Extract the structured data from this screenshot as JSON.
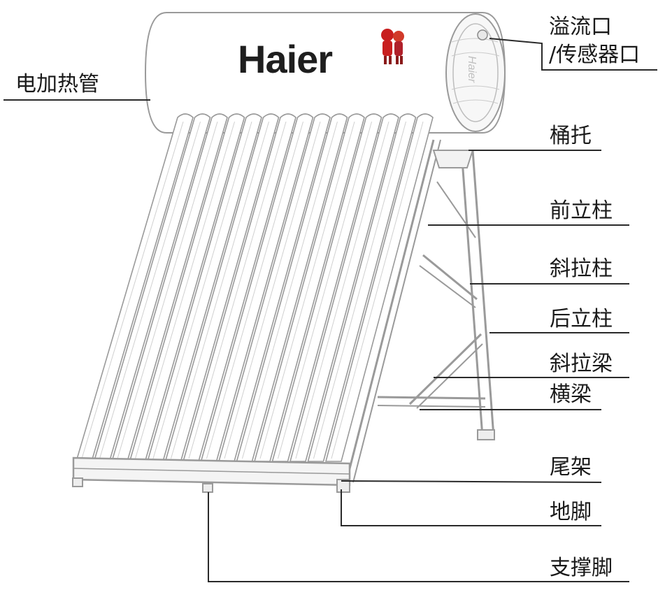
{
  "brand": {
    "logo_text": "Haier",
    "endcap_text": "Haier",
    "mascot_icon": "haier-brothers-mascot-icon"
  },
  "labels": [
    {
      "id": "overflow",
      "line1": "溢流口",
      "line2": "/传感器口"
    },
    {
      "id": "heater",
      "text": "电加热管"
    },
    {
      "id": "tank-holder",
      "text": "桶托"
    },
    {
      "id": "front-post",
      "text": "前立柱"
    },
    {
      "id": "diagonal-post",
      "text": "斜拉柱"
    },
    {
      "id": "rear-post",
      "text": "后立柱"
    },
    {
      "id": "diagonal-beam",
      "text": "斜拉梁"
    },
    {
      "id": "cross-beam",
      "text": "横梁"
    },
    {
      "id": "tail-frame",
      "text": "尾架"
    },
    {
      "id": "foot",
      "text": "地脚"
    },
    {
      "id": "support-foot",
      "text": "支撑脚"
    }
  ],
  "colors": {
    "line": "#2a2a2a",
    "tube": "#9a9a9a",
    "text": "#1a1a1a"
  }
}
